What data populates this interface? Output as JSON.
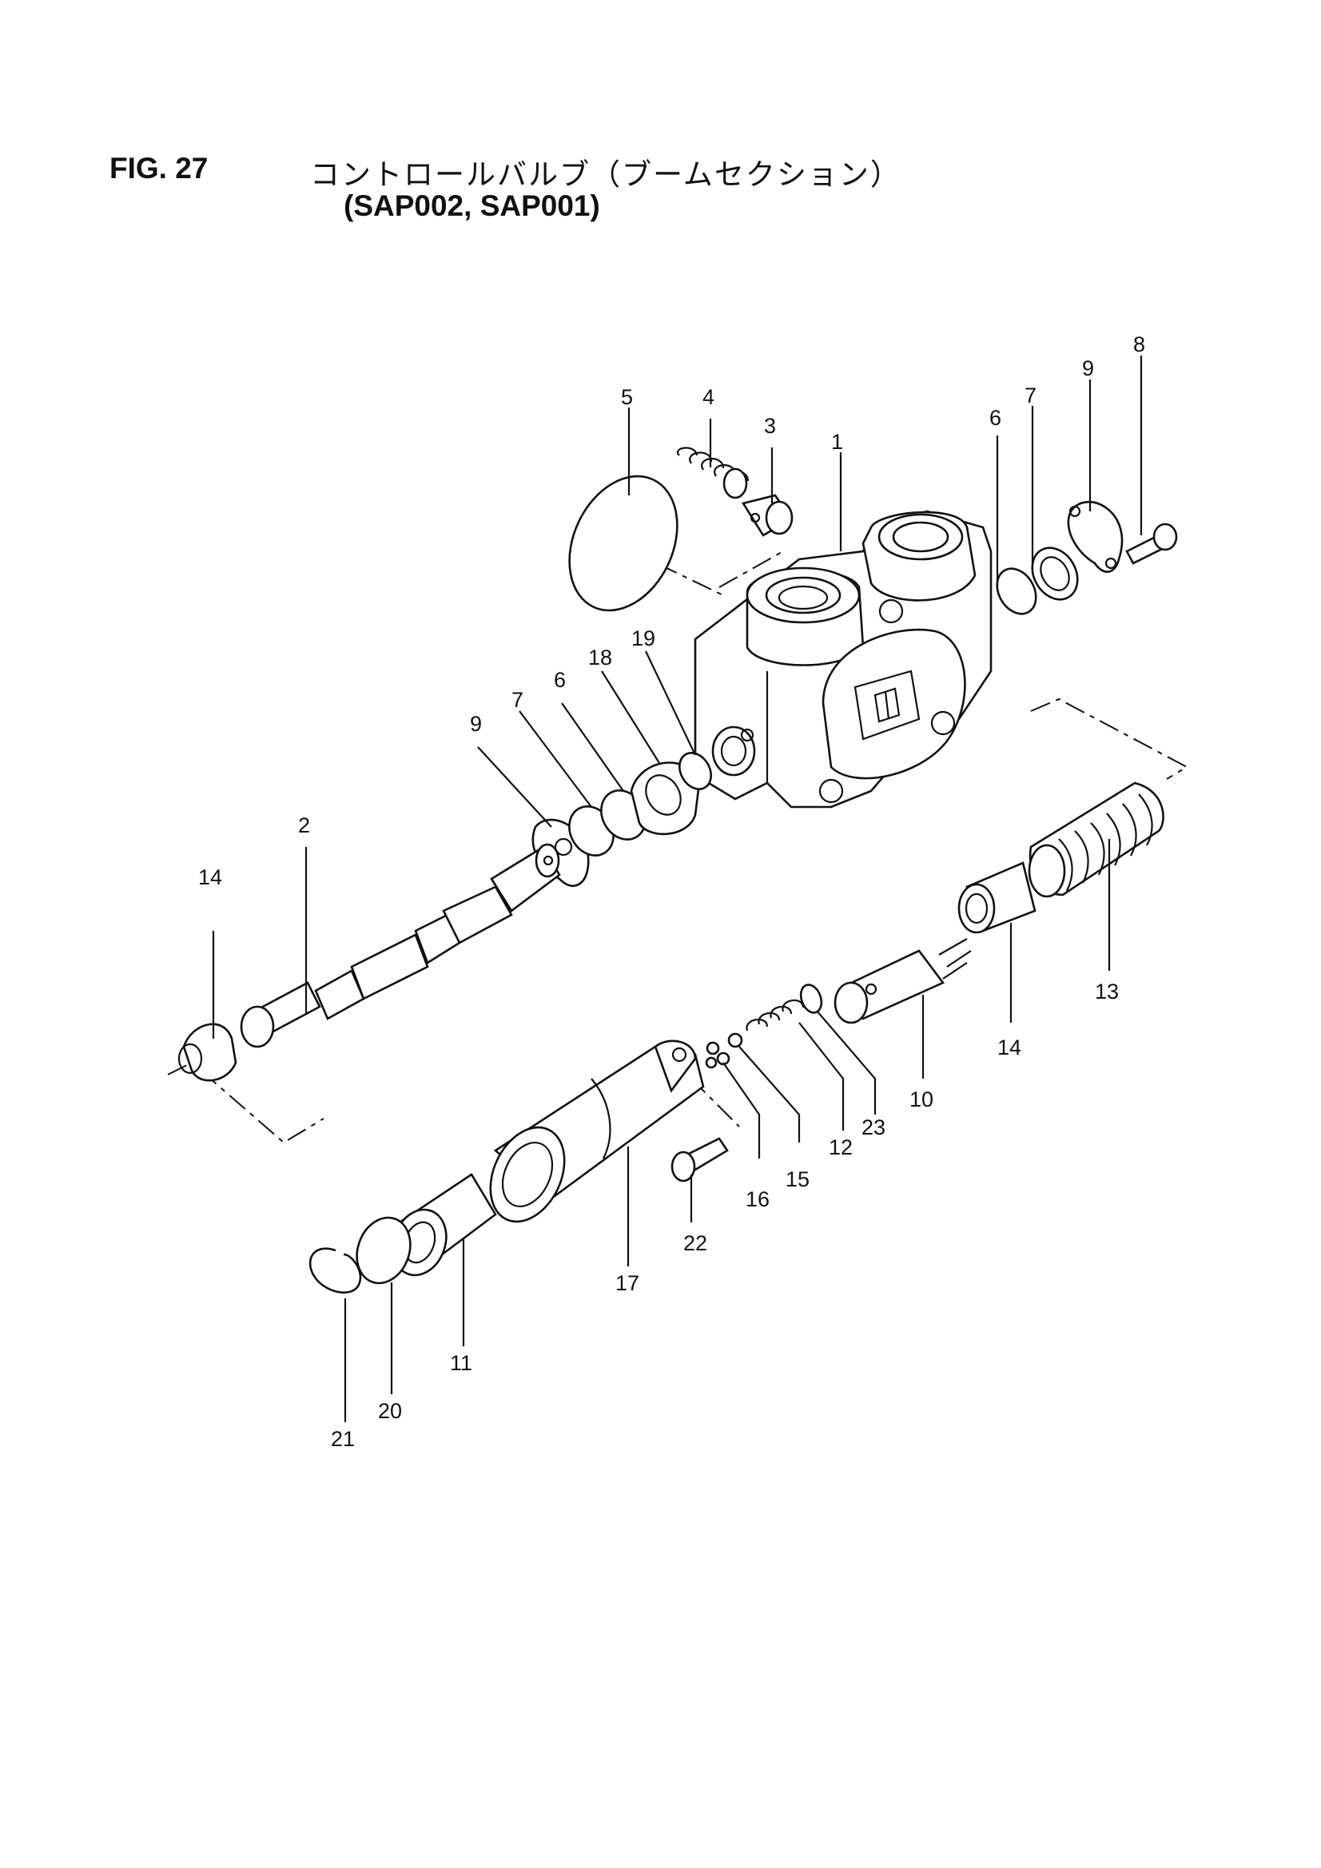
{
  "figure": {
    "number": "FIG. 27",
    "title": "コントロールバルブ（ブームセクション）",
    "models": "(SAP002, SAP001)"
  },
  "callouts": [
    {
      "id": "c1",
      "label": "1"
    },
    {
      "id": "c2",
      "label": "2"
    },
    {
      "id": "c3",
      "label": "3"
    },
    {
      "id": "c4",
      "label": "4"
    },
    {
      "id": "c5",
      "label": "5"
    },
    {
      "id": "c6a",
      "label": "6"
    },
    {
      "id": "c7a",
      "label": "7"
    },
    {
      "id": "c8",
      "label": "8"
    },
    {
      "id": "c9a",
      "label": "9"
    },
    {
      "id": "c6b",
      "label": "6"
    },
    {
      "id": "c7b",
      "label": "7"
    },
    {
      "id": "c9b",
      "label": "9"
    },
    {
      "id": "c10",
      "label": "10"
    },
    {
      "id": "c11",
      "label": "11"
    },
    {
      "id": "c12",
      "label": "12"
    },
    {
      "id": "c13",
      "label": "13"
    },
    {
      "id": "c14a",
      "label": "14"
    },
    {
      "id": "c14b",
      "label": "14"
    },
    {
      "id": "c15",
      "label": "15"
    },
    {
      "id": "c16",
      "label": "16"
    },
    {
      "id": "c17",
      "label": "17"
    },
    {
      "id": "c18",
      "label": "18"
    },
    {
      "id": "c19",
      "label": "19"
    },
    {
      "id": "c20",
      "label": "20"
    },
    {
      "id": "c21",
      "label": "21"
    },
    {
      "id": "c22",
      "label": "22"
    },
    {
      "id": "c23",
      "label": "23"
    }
  ]
}
